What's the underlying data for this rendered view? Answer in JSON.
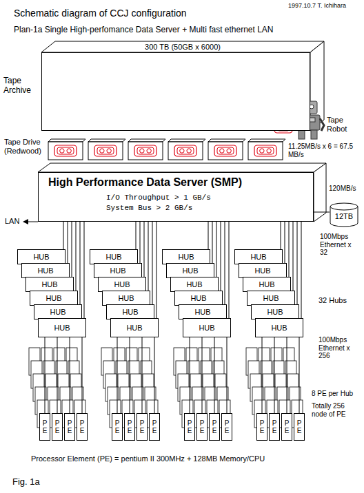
{
  "diagram": {
    "title": "Schematic diagram of CCJ configuration",
    "caption": "Fig. 1a",
    "nodes": [
      {
        "text": [
          "Tape Archive",
          "300 TB (50GB x 6000)"
        ]
      },
      {
        "text": [
          "High Performance Data Server (SMP)",
          "I/O Throughput > 1 GB/s",
          "System Bus > 2 GB/s"
        ]
      },
      {
        "text": [
          "12TB"
        ]
      },
      {
        "text": [
          "HUB"
        ]
      },
      {
        "text": [
          "HUB"
        ]
      },
      {
        "text": [
          "HUB"
        ]
      },
      {
        "text": [
          "HUB"
        ]
      },
      {
        "text": [
          "HUB"
        ]
      },
      {
        "text": [
          "HUB"
        ]
      },
      {
        "text": [
          "HUB"
        ]
      },
      {
        "text": [
          "HUB"
        ]
      },
      {
        "text": [
          "HUB"
        ]
      },
      {
        "text": [
          "HUB"
        ]
      },
      {
        "text": [
          "HUB"
        ]
      },
      {
        "text": [
          "HUB"
        ]
      },
      {
        "text": [
          "HUB"
        ]
      },
      {
        "text": [
          "HUB"
        ]
      },
      {
        "text": [
          "HUB"
        ]
      },
      {
        "text": [
          "HUB"
        ]
      },
      {
        "text": [
          "HUB"
        ]
      },
      {
        "text": [
          "HUB"
        ]
      },
      {
        "text": [
          "HUB"
        ]
      },
      {
        "text": [
          "HUB"
        ]
      },
      {
        "text": [
          "HUB"
        ]
      },
      {
        "text": [
          "HUB"
        ]
      },
      {
        "text": [
          "HUB"
        ]
      },
      {
        "text": [
          "HUB"
        ]
      },
      {
        "text": [
          "PE"
        ]
      },
      {
        "text": [
          "PE"
        ]
      },
      {
        "text": [
          "PE"
        ]
      },
      {
        "text": [
          "PE"
        ]
      },
      {
        "text": [
          "PE"
        ]
      },
      {
        "text": [
          "PE"
        ]
      },
      {
        "text": [
          "PE"
        ]
      },
      {
        "text": [
          "PE"
        ]
      },
      {
        "text": [
          "PE"
        ]
      },
      {
        "text": [
          "PE"
        ]
      },
      {
        "text": [
          "PE"
        ]
      },
      {
        "text": [
          "PE"
        ]
      },
      {
        "text": [
          "PE"
        ]
      },
      {
        "text": [
          "PE"
        ]
      },
      {
        "text": [
          "PE"
        ]
      },
      {
        "text": [
          "PE"
        ]
      }
    ],
    "edges": [
      {
        "from": 1,
        "to": 2,
        "arrow": "none"
      },
      {
        "from": 1,
        "to": 3,
        "arrow": "none"
      },
      {
        "from": 1,
        "to": 4,
        "arrow": "none"
      },
      {
        "from": 1,
        "to": 5,
        "arrow": "none"
      },
      {
        "from": 1,
        "to": 6,
        "arrow": "none"
      },
      {
        "from": 1,
        "to": 7,
        "arrow": "none"
      },
      {
        "from": 1,
        "to": 8,
        "arrow": "none"
      },
      {
        "from": 1,
        "to": 9,
        "arrow": "none"
      },
      {
        "from": 1,
        "to": 10,
        "arrow": "none"
      },
      {
        "from": 1,
        "to": 11,
        "arrow": "none"
      },
      {
        "from": 1,
        "to": 12,
        "arrow": "none"
      },
      {
        "from": 1,
        "to": 13,
        "arrow": "none"
      },
      {
        "from": 1,
        "to": 14,
        "arrow": "none"
      },
      {
        "from": 1,
        "to": 15,
        "arrow": "none"
      },
      {
        "from": 1,
        "to": 16,
        "arrow": "none"
      },
      {
        "from": 1,
        "to": 17,
        "arrow": "none"
      },
      {
        "from": 1,
        "to": 18,
        "arrow": "none"
      },
      {
        "from": 1,
        "to": 19,
        "arrow": "none"
      },
      {
        "from": 1,
        "to": 20,
        "arrow": "none"
      },
      {
        "from": 1,
        "to": 21,
        "arrow": "none"
      },
      {
        "from": 1,
        "to": 22,
        "arrow": "none"
      },
      {
        "from": 1,
        "to": 23,
        "arrow": "none"
      },
      {
        "from": 1,
        "to": 24,
        "arrow": "none"
      },
      {
        "from": 1,
        "to": 25,
        "arrow": "none"
      },
      {
        "from": 1,
        "to": 26,
        "arrow": "none"
      },
      {
        "from": 8,
        "to": 27,
        "arrow": "none"
      },
      {
        "from": 8,
        "to": 28,
        "arrow": "none"
      },
      {
        "from": 8,
        "to": 29,
        "arrow": "none"
      },
      {
        "from": 8,
        "to": 30,
        "arrow": "none"
      },
      {
        "from": 14,
        "to": 31,
        "arrow": "none"
      },
      {
        "from": 14,
        "to": 32,
        "arrow": "none"
      },
      {
        "from": 14,
        "to": 33,
        "arrow": "none"
      },
      {
        "from": 14,
        "to": 34,
        "arrow": "none"
      },
      {
        "from": 20,
        "to": 35,
        "arrow": "none"
      },
      {
        "from": 20,
        "to": 36,
        "arrow": "none"
      },
      {
        "from": 20,
        "to": 37,
        "arrow": "none"
      },
      {
        "from": 20,
        "to": 38,
        "arrow": "none"
      },
      {
        "from": 26,
        "to": 39,
        "arrow": "none"
      },
      {
        "from": 26,
        "to": 40,
        "arrow": "none"
      },
      {
        "from": 26,
        "to": 41,
        "arrow": "none"
      },
      {
        "from": 26,
        "to": 42,
        "arrow": "none"
      }
    ],
    "labels": [
      "1997.10.7 T. Ichihara",
      "Plan-1a Single High-perfomance Data Server + Multi fast ethernet LAN",
      "Tape Robot",
      "Tape Drive (Redwood)",
      "11.25MB/s x 6 = 67.5 MB/s",
      "120MB/s",
      "LAN",
      "100Mbps Ethernet x 32",
      "32 Hubs",
      "100Mbps Ethernet x 256",
      "8 PE per Hub",
      "Totally 256 node of PE",
      "Processor Element (PE) = pentium II 300MHz + 128MB Memory/CPU"
    ]
  }
}
